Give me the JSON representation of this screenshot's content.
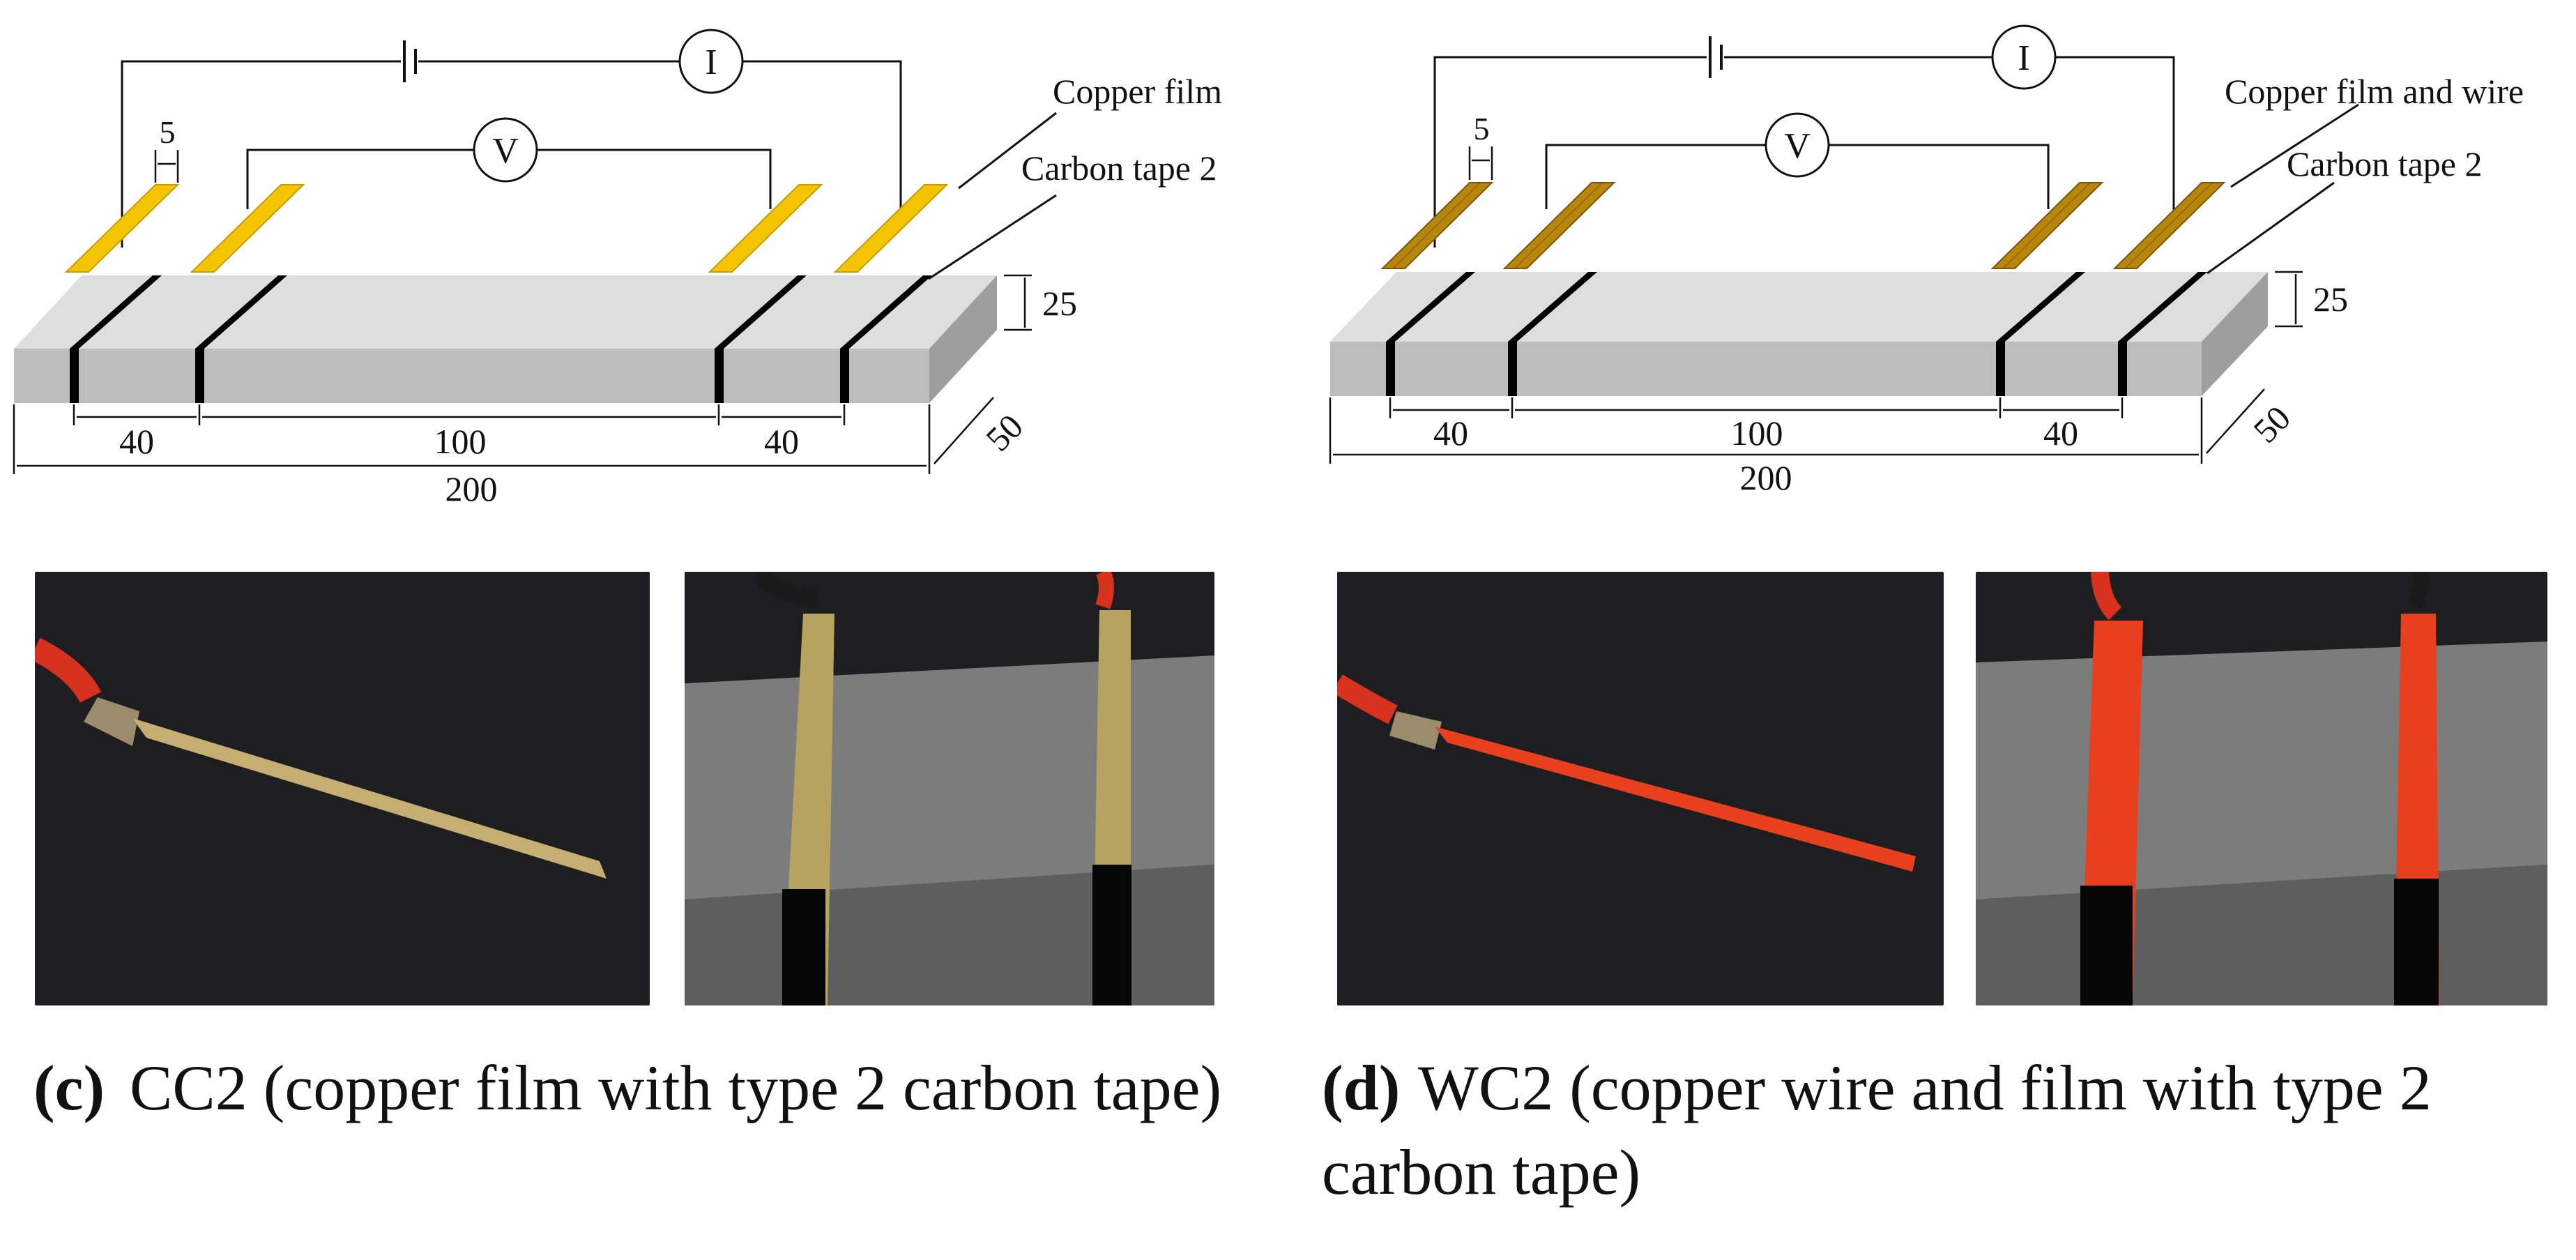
{
  "panels": [
    {
      "id": "c",
      "labels": {
        "top_lead": "Copper film",
        "tape": "Carbon tape 2",
        "current_meter": "I",
        "voltage_meter": "V"
      },
      "dimensions": {
        "strip_width": "5",
        "thickness": "25",
        "left_gap": "40",
        "middle_gap": "100",
        "right_gap": "40",
        "total_length": "200",
        "depth": "50"
      },
      "caption": {
        "tag": "(c)",
        "text": "CC2 (copper film with type 2 carbon tape)"
      },
      "colors": {
        "lead": "#f5c400",
        "lead_edge": "#c99c00",
        "block_top": "#dedede",
        "block_front": "#bdbdbd",
        "block_side": "#9e9e9e"
      }
    },
    {
      "id": "d",
      "labels": {
        "top_lead": "Copper film and wire",
        "tape": "Carbon tape 2",
        "current_meter": "I",
        "voltage_meter": "V"
      },
      "dimensions": {
        "strip_width": "5",
        "thickness": "25",
        "left_gap": "40",
        "middle_gap": "100",
        "right_gap": "40",
        "total_length": "200",
        "depth": "50"
      },
      "caption": {
        "tag": "(d)",
        "text": "WC2 (copper wire and film with type 2 carbon tape)"
      },
      "colors": {
        "lead": "#b8860b",
        "lead_edge": "#7a5606",
        "block_top": "#dedede",
        "block_front": "#bdbdbd",
        "block_side": "#9e9e9e"
      }
    }
  ]
}
